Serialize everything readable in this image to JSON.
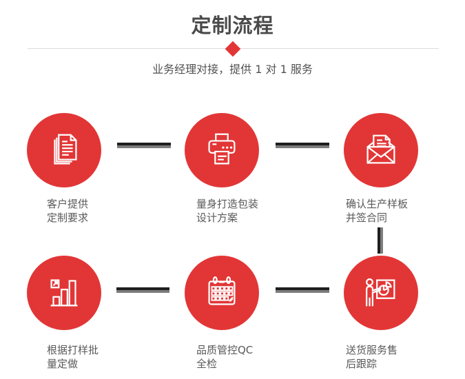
{
  "header": {
    "title": "定制流程",
    "subtitle": "业务经理对接，提供 1 对 1 服务"
  },
  "colors": {
    "accent_red": "#e23636",
    "title_gray": "#4a4a4a",
    "label_gray": "#595959",
    "connector_dark": "#1e1e1e",
    "connector_gray": "#7c7c7c",
    "divider_gray": "#dcdcdc"
  },
  "steps": [
    {
      "icon": "documents-icon",
      "label_line1": "客户提供",
      "label_line2": "定制要求"
    },
    {
      "icon": "printer-icon",
      "label_line1": "量身打造包装",
      "label_line2": "设计方案"
    },
    {
      "icon": "envelope-letter-icon",
      "label_line1": "确认生产样板",
      "label_line2": "并签合同"
    },
    {
      "icon": "bar-chart-icon",
      "label_line1": "根据打样批",
      "label_line2": "量定做"
    },
    {
      "icon": "calendar-icon",
      "label_line1": "品质管控QC",
      "label_line2": "全检"
    },
    {
      "icon": "presentation-icon",
      "label_line1": "送货服务售",
      "label_line2": "后跟踪"
    }
  ]
}
